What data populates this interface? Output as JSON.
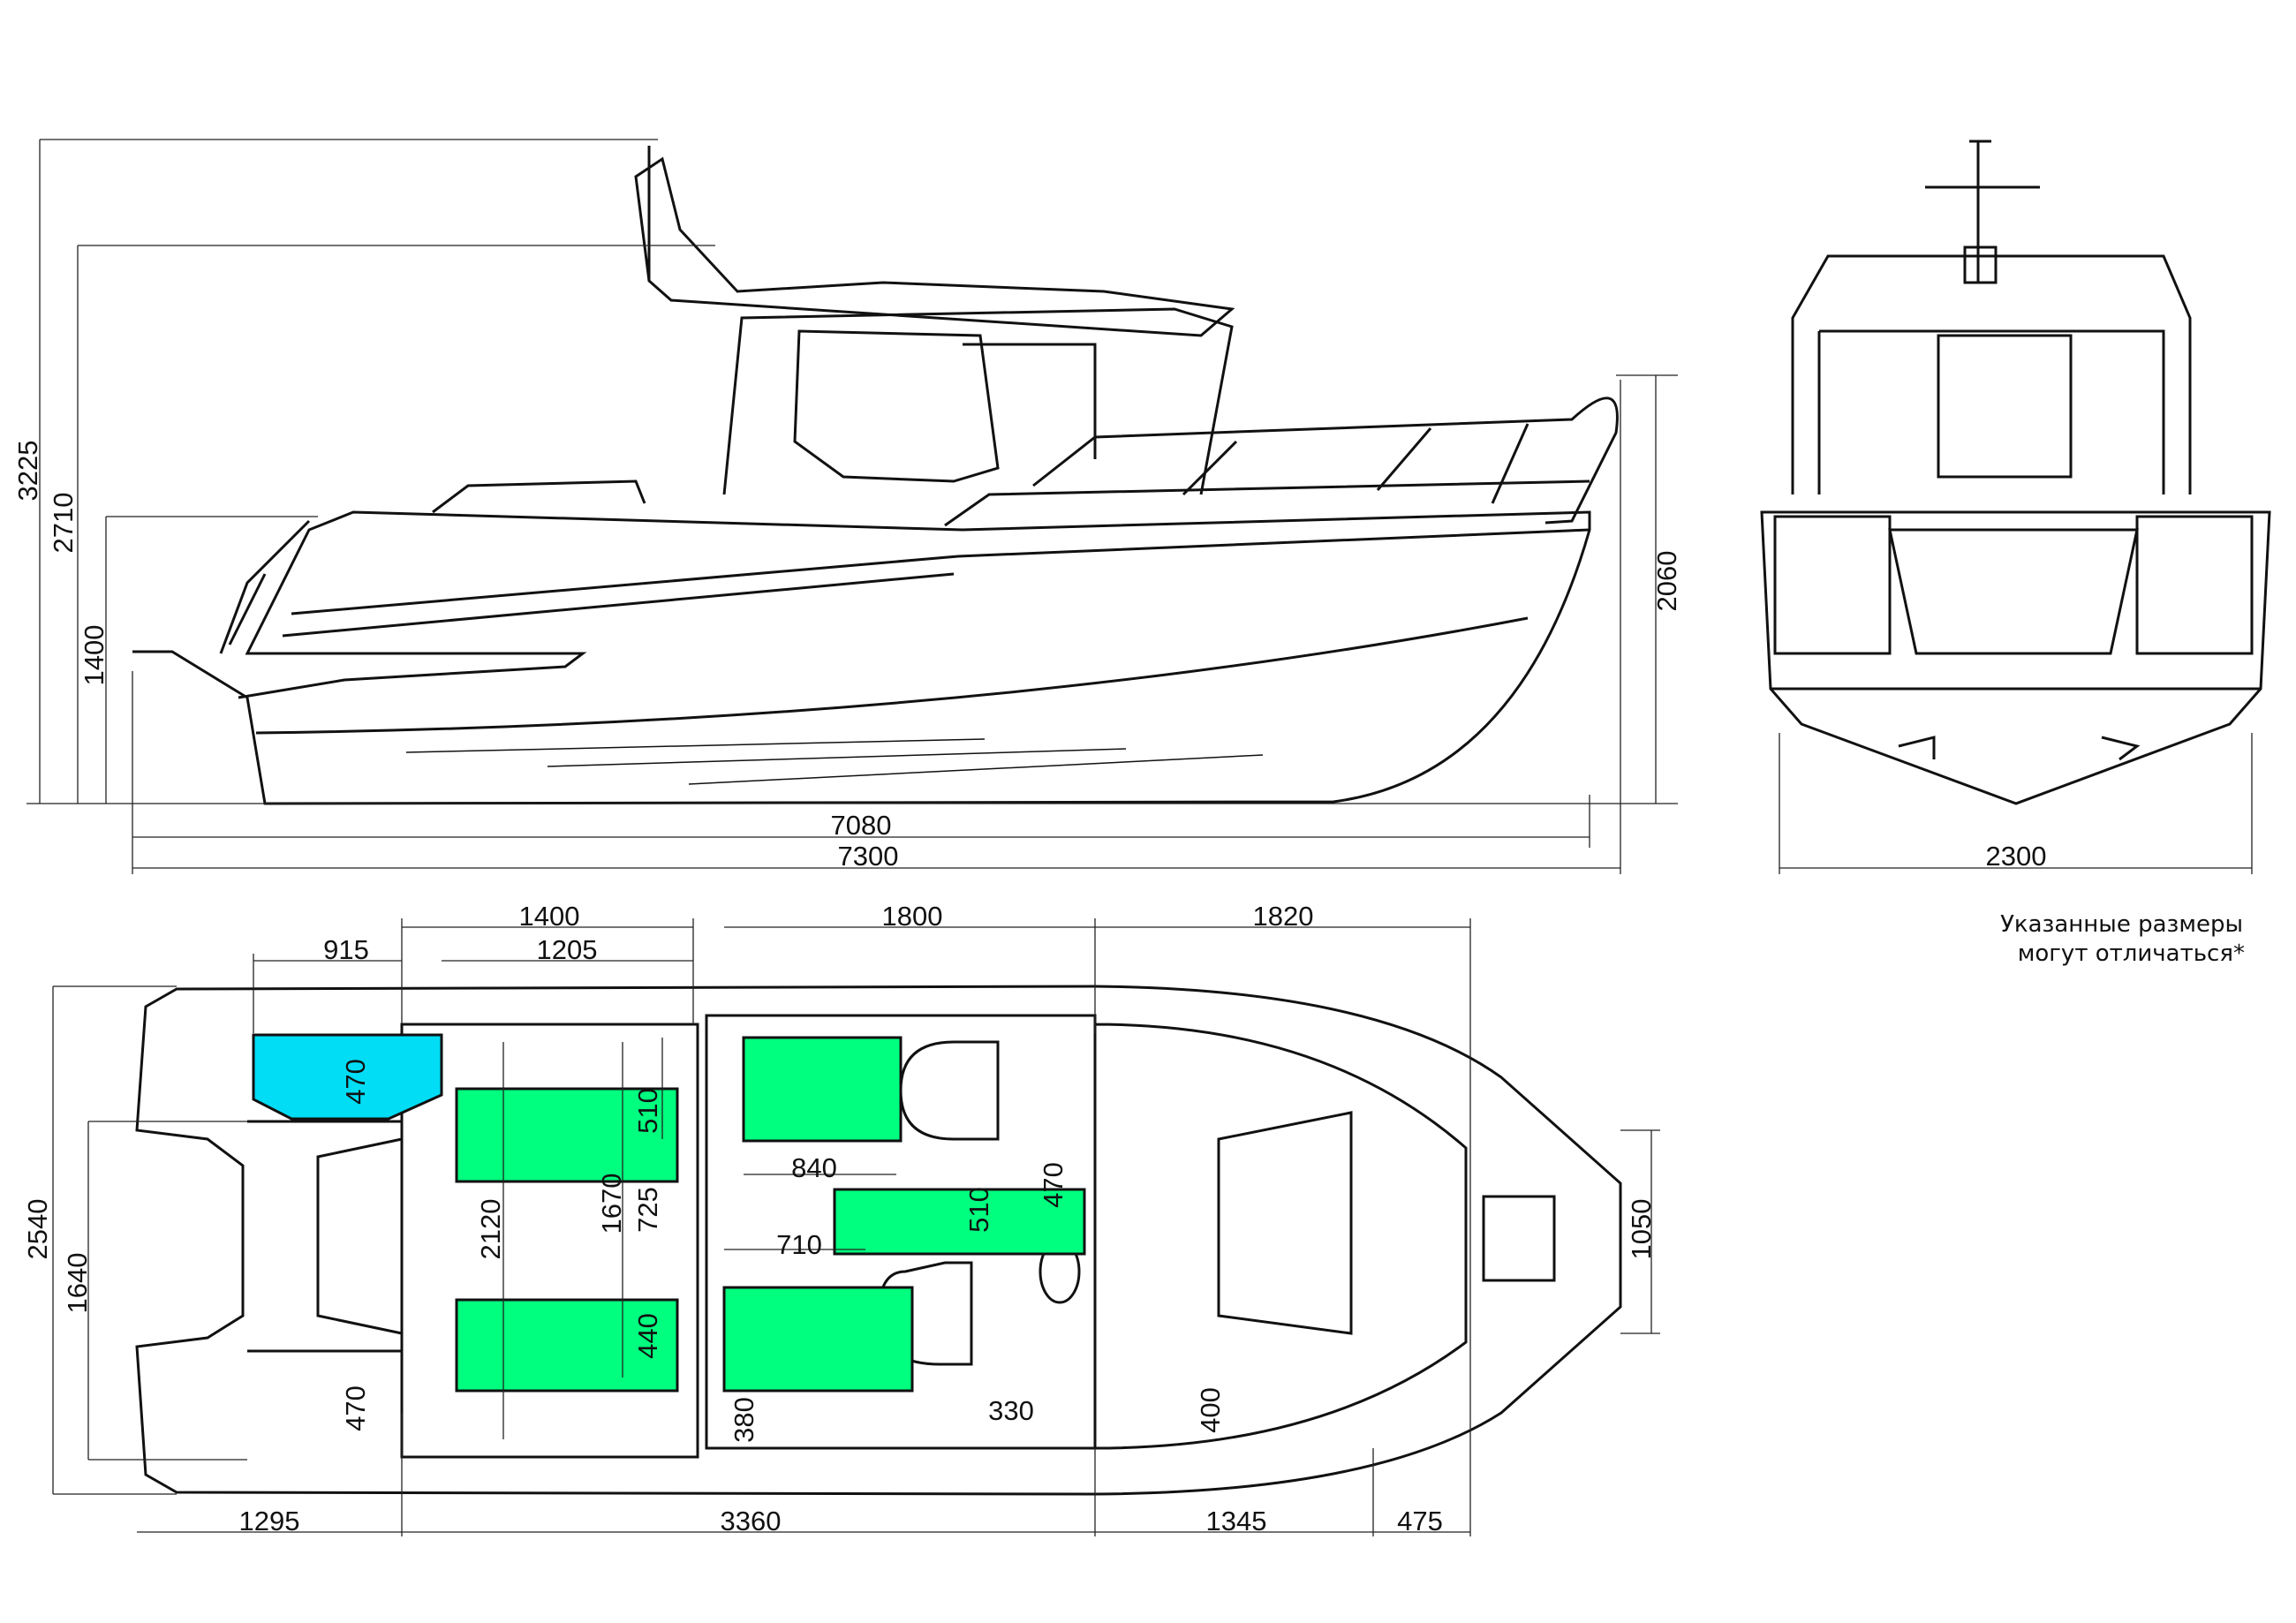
{
  "colors": {
    "cushion": "#00FF7F",
    "tank": "#00DDF5",
    "line": "#111111"
  },
  "note": {
    "line1": "Указанные размеры",
    "line2": "могут отличаться*"
  },
  "side_view": {
    "height_total": "3225",
    "height_arch": "2710",
    "height_bow_eye": "1400",
    "height_bow_rail": "2060",
    "length_hull": "7080",
    "length_overall": "7300"
  },
  "front_view": {
    "beam": "2300"
  },
  "plan_view": {
    "top": {
      "d1400": "1400",
      "d1800": "1800",
      "d1820": "1820",
      "d915": "915",
      "d1205": "1205"
    },
    "left": {
      "d2540": "2540",
      "d1640": "1640"
    },
    "interior": {
      "tank_width": "470",
      "aft_cushion_width": "510",
      "inner_width": "2120",
      "bench_length": "1670",
      "aisle": "725",
      "aft_cushion2_width": "440",
      "lower_470": "470",
      "seat_840": "840",
      "seat_710": "710",
      "table_510": "510",
      "table_470": "470",
      "side_380": "380",
      "console_330": "330",
      "side_400": "400",
      "bow_1050": "1050"
    },
    "bottom": {
      "d1295": "1295",
      "d3360": "3360",
      "d1345": "1345",
      "d475": "475"
    }
  }
}
